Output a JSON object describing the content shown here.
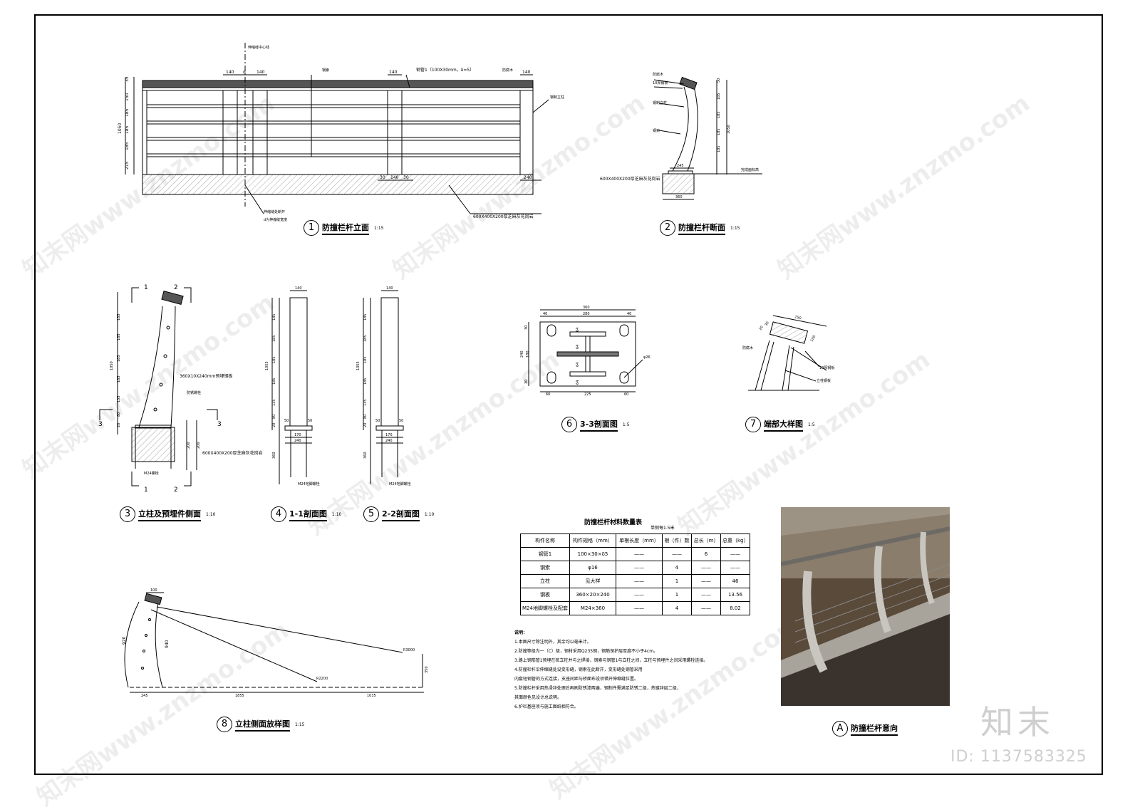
{
  "views": {
    "v1": {
      "num": "1",
      "title": "防撞栏杆立面",
      "scale": "1:15"
    },
    "v2": {
      "num": "2",
      "title": "防撞栏杆断面",
      "scale": "1:15"
    },
    "v3": {
      "num": "3",
      "title": "立柱及预埋件侧面",
      "scale": "1:10"
    },
    "v4": {
      "num": "4",
      "title": "1-1剖面图",
      "scale": "1:10"
    },
    "v5": {
      "num": "5",
      "title": "2-2剖面图",
      "scale": "1:10"
    },
    "v6": {
      "num": "6",
      "title": "3-3剖面图",
      "scale": "1:5"
    },
    "v7": {
      "num": "7",
      "title": "端部大样图",
      "scale": "1:5"
    },
    "v8": {
      "num": "8",
      "title": "立柱侧面放样图",
      "scale": "1:15"
    },
    "vA": {
      "num": "A",
      "title": "防撞栏杆意向",
      "scale": ""
    }
  },
  "elev": {
    "dims_top": [
      "140",
      "d",
      "140",
      "140",
      "140"
    ],
    "dims_left": [
      "35",
      "150",
      "185",
      "185",
      "185",
      "215",
      "1050"
    ],
    "dims_bottom": [
      "30",
      "140",
      "30",
      "240"
    ],
    "labels": {
      "centerline": "伸缩缝中心线",
      "cable": "钢索",
      "pipe": "钢管1（100X30mm，δ=5）",
      "wood": "防腐木",
      "post": "钢制立柱",
      "joint1": "伸缩缝处断开",
      "joint2": "d为伸缩缝宽度",
      "base": "600X400X200厚芝麻灰花岗岩"
    }
  },
  "sect2": {
    "labels": [
      "防腐木",
      "10厚钢板",
      "钢制立柱",
      "钢索"
    ],
    "dims_right": [
      "50",
      "185",
      "185",
      "185",
      "185",
      "1050"
    ],
    "dims_bottom": [
      "245",
      "360"
    ],
    "base": "600X400X200厚芝麻灰花岗岩",
    "level": "完成面标高"
  },
  "sect3": {
    "dims": [
      "185",
      "185",
      "185",
      "185",
      "135",
      "80",
      "20",
      "1050"
    ],
    "plate": "360X10X240mm预埋钢板",
    "bolt_label": "防锈螺栓",
    "base": "600X400X200厚芝麻灰花岗岩",
    "bolt": "M24螺栓",
    "cut": [
      "1",
      "2",
      "3",
      "3",
      "1",
      "2"
    ],
    "rdims": [
      "200",
      "200"
    ]
  },
  "sect45": {
    "top": "140",
    "dims": [
      "185",
      "185",
      "185",
      "185",
      "135",
      "80",
      "20",
      "1055"
    ],
    "bottom": [
      "50",
      "50",
      "170",
      "240",
      "360"
    ],
    "bolt": "M24地脚螺栓"
  },
  "plate6": {
    "top": [
      "360",
      "40",
      "280",
      "40"
    ],
    "left": [
      "30",
      "240",
      "180",
      "30"
    ],
    "inner": [
      "64",
      "64",
      "64",
      "64"
    ],
    "bottom": [
      "60",
      "225",
      "60"
    ],
    "hole": "φ26"
  },
  "detail7": {
    "dims": [
      "150",
      "20",
      "30",
      "100"
    ],
    "labels": [
      "防腐木",
      "10厚钢板",
      "立柱钢板"
    ]
  },
  "loft8": {
    "dims": [
      "100",
      "920",
      "940",
      "245",
      "1855",
      "1035",
      "350"
    ],
    "radii": [
      "R3000",
      "R2200"
    ]
  },
  "bom": {
    "title": "防撞栏杆材料数量表",
    "unit": "单侧每1.5米",
    "headers": [
      "构件名称",
      "构件规格（mm）",
      "单根长度（mm）",
      "根（件）数",
      "总长（m）",
      "总重（kg）"
    ],
    "rows": [
      [
        "钢管1",
        "100×30×δ5",
        "——",
        "——",
        "6",
        "——"
      ],
      [
        "钢索",
        "φ16",
        "——",
        "4",
        "——",
        "——"
      ],
      [
        "立柱",
        "见大样",
        "——",
        "1",
        "——",
        "46"
      ],
      [
        "钢板",
        "360×20×240",
        "——",
        "1",
        "——",
        "13.56"
      ],
      [
        "M24地脚螺栓及配套",
        "M24×360",
        "——",
        "4",
        "——",
        "8.02"
      ]
    ]
  },
  "notes": {
    "heading": "说明：",
    "lines": [
      "1.本图尺寸除注明外，其余均以毫米计。",
      "2.防撞等级为一（C）级，钢材采用Q235钢，钢筋保护层厚度不小于4cm。",
      "3.路上钢筋管1预埋在桩立柱并与之焊接，钢索与钢管1与立柱之间，立柱与预埋件之间采用螺栓连接。",
      "4.防撞栏杆沿伸缩缝处设变形缝，钢索在此断开，变形缝处钢管采用",
      "   内套短钢管的方式连接，支座间距与桥面布设须错开伸缩缝位置。",
      "5.防撞栏杆采用热浸锌处理后再刷防锈漆两遍，钢制件需满足防锈二级，热镀锌层二级，",
      "   其面颜色见设计总说明。",
      "6.护栏基座须与施工图纸相符合。"
    ]
  },
  "watermark": {
    "big": "知末",
    "id": "ID: 1137583325",
    "site": "知末网www.znzmo.com"
  }
}
